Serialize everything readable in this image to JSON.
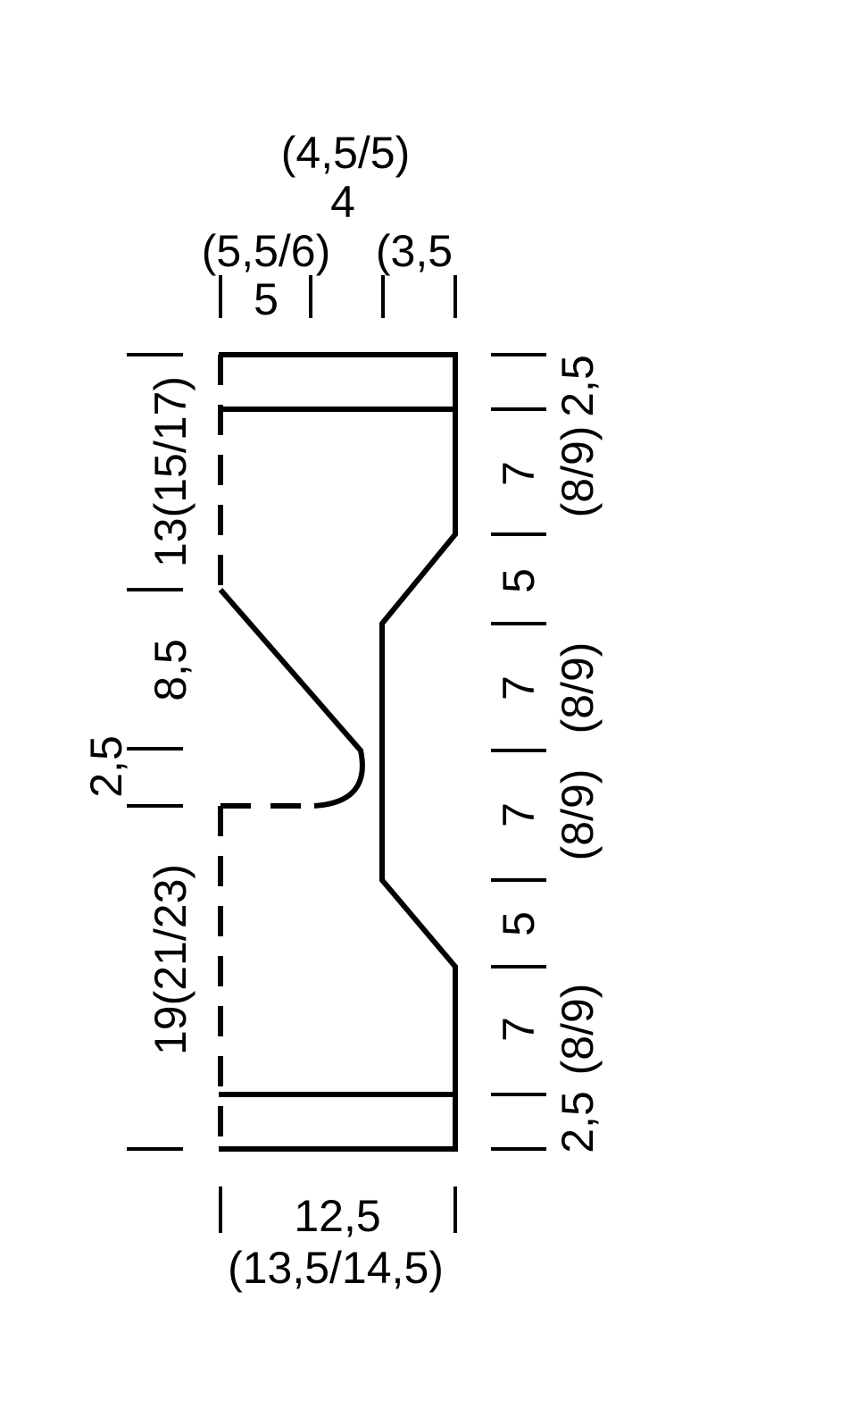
{
  "colors": {
    "line": "#000000",
    "background": "#ffffff"
  },
  "top": {
    "line1": "(4,5/5)",
    "line2": "4",
    "line3_left": "(5,5/6)",
    "line3_right": "(3,5",
    "inner": "5"
  },
  "bottom": {
    "line1": "12,5",
    "line2": "(13,5/14,5)"
  },
  "left": {
    "upper": "13(15/17)",
    "middle": "8,5",
    "small": "2,5",
    "lower": "19(21/23)"
  },
  "right_inner": [
    "2,5",
    "7",
    "5",
    "7",
    "7",
    "5",
    "7",
    "2,5"
  ],
  "right_outer": [
    "(8/9)",
    "(8/9)",
    "(8/9)",
    "(8/9)"
  ]
}
